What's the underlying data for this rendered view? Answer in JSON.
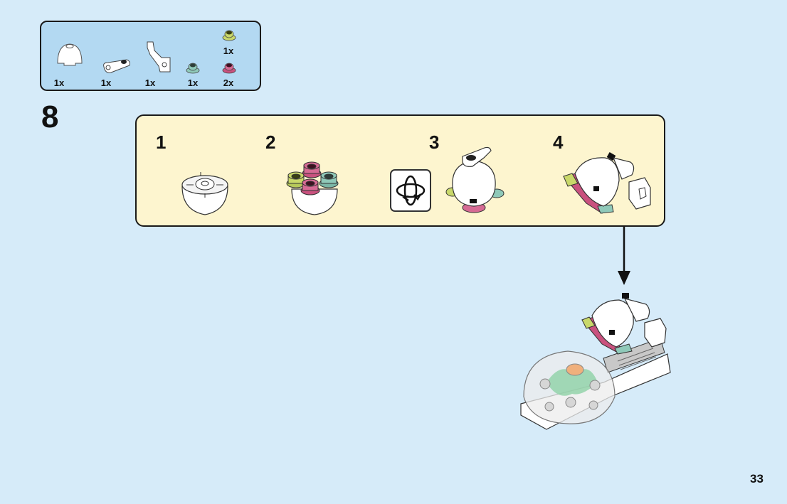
{
  "parts_list": {
    "items": [
      {
        "name": "white dome brick",
        "qty": "1x",
        "color": "#ffffff"
      },
      {
        "name": "white plate with clip",
        "qty": "1x",
        "color": "#ffffff"
      },
      {
        "name": "white robot arm / clip bracket",
        "qty": "1x",
        "color": "#ffffff"
      },
      {
        "name": "transparent teal round plate",
        "qty": "1x",
        "color": "#8fc9b9"
      },
      {
        "name": "transparent lime round plate",
        "qty": "1x",
        "color": "#c9d86a"
      },
      {
        "name": "transparent pink round plate",
        "qty": "2x",
        "color": "#c9517e"
      }
    ]
  },
  "step": {
    "number": "8",
    "substeps": [
      {
        "number": "1"
      },
      {
        "number": "2"
      },
      {
        "number": "3"
      },
      {
        "number": "4"
      }
    ],
    "rotate_icon": "rotate-model-icon"
  },
  "page": {
    "number": "33"
  },
  "colors": {
    "page_bg": "#d6ebf9",
    "parts_box_bg": "#b3d9f2",
    "callout_bg": "#fdf5cf"
  }
}
